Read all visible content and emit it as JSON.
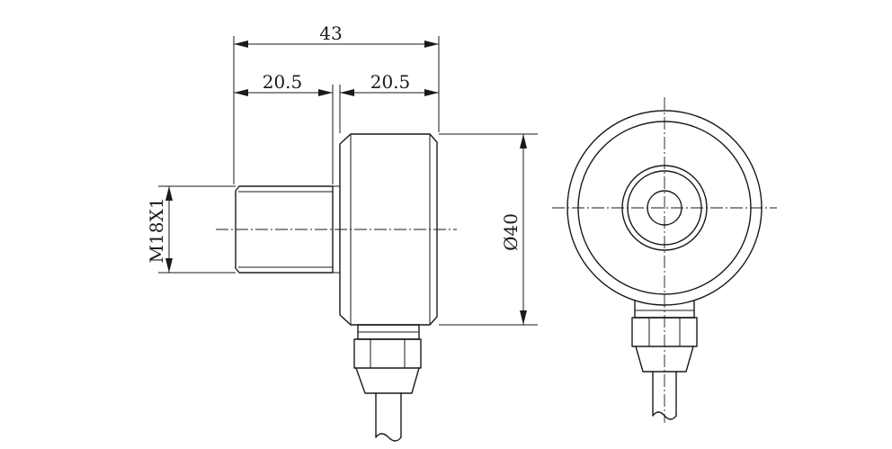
{
  "dimensions": {
    "overall_length": "43",
    "thread_length": "20.5",
    "body_length": "20.5",
    "diameter": "Ø40",
    "thread_spec": "M18X1"
  }
}
